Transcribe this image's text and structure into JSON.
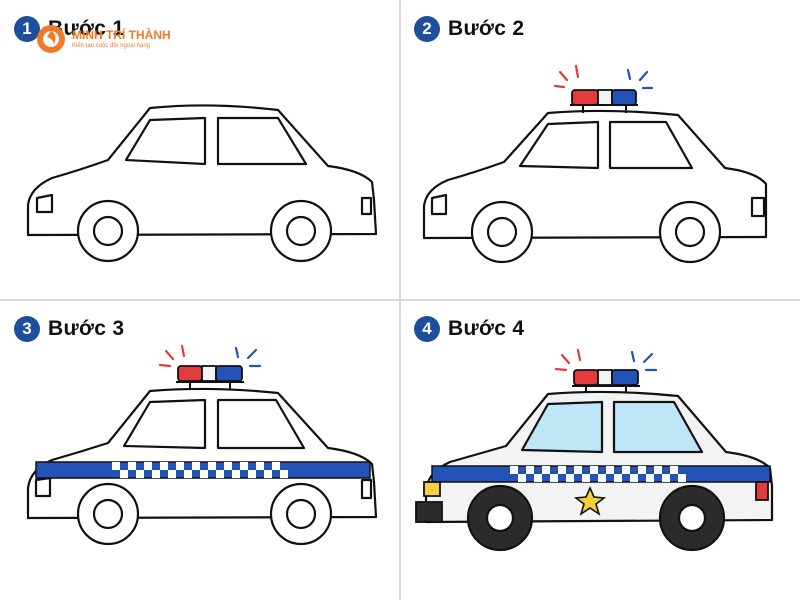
{
  "steps": [
    {
      "number": "1",
      "label": "Bước 1"
    },
    {
      "number": "2",
      "label": "Bước 2"
    },
    {
      "number": "3",
      "label": "Bước 3"
    },
    {
      "number": "4",
      "label": "Bước 4"
    }
  ],
  "logo": {
    "name": "MINH TRÍ THÀNH",
    "slogan": "Kiến tạo cuộc đời ngoại hạng"
  },
  "colors": {
    "badge": "#1d4f9c",
    "siren_red": "#e33b3b",
    "siren_blue": "#2453b8",
    "stripe_blue": "#2453b8",
    "window_blue": "#bfe6f6",
    "star_yellow": "#f4d03f",
    "logo_orange": "#f07a2a"
  }
}
